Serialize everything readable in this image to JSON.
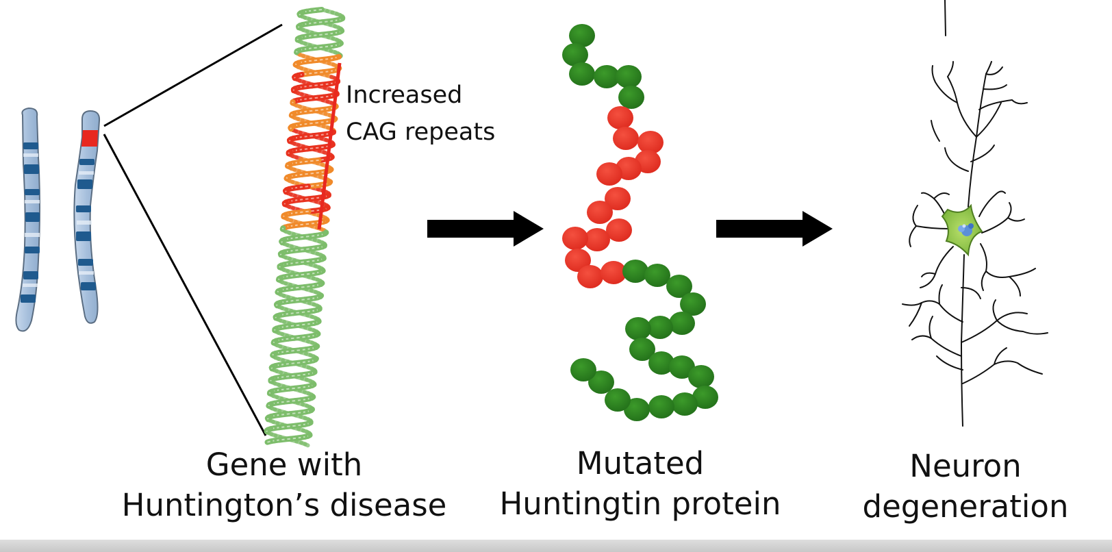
{
  "annotation": {
    "line1": "Increased",
    "line2": "CAG repeats"
  },
  "captions": {
    "gene": {
      "line1": "Gene with",
      "line2": "Huntington’s disease"
    },
    "protein": {
      "line1": "Mutated",
      "line2": "Huntingtin protein"
    },
    "neuron": {
      "line1": "Neuron",
      "line2": "degeneration"
    }
  },
  "colors": {
    "chromosome_light": "#aac2dd",
    "chromosome_dark": "#1f5a8e",
    "chromosome_band": "#2f6aa3",
    "mutation_red": "#e8281f",
    "repeat_orange": "#f08a2a",
    "dna_green": "#7dbd6b",
    "protein_green": "#2d7f1e",
    "protein_red": "#e8342a",
    "neuron_body": "#8cc63f",
    "arrow": "#000000"
  },
  "icons": [
    "chromosome-icon",
    "dna-helix-icon",
    "protein-chain-icon",
    "neuron-icon",
    "right-arrow-icon"
  ]
}
